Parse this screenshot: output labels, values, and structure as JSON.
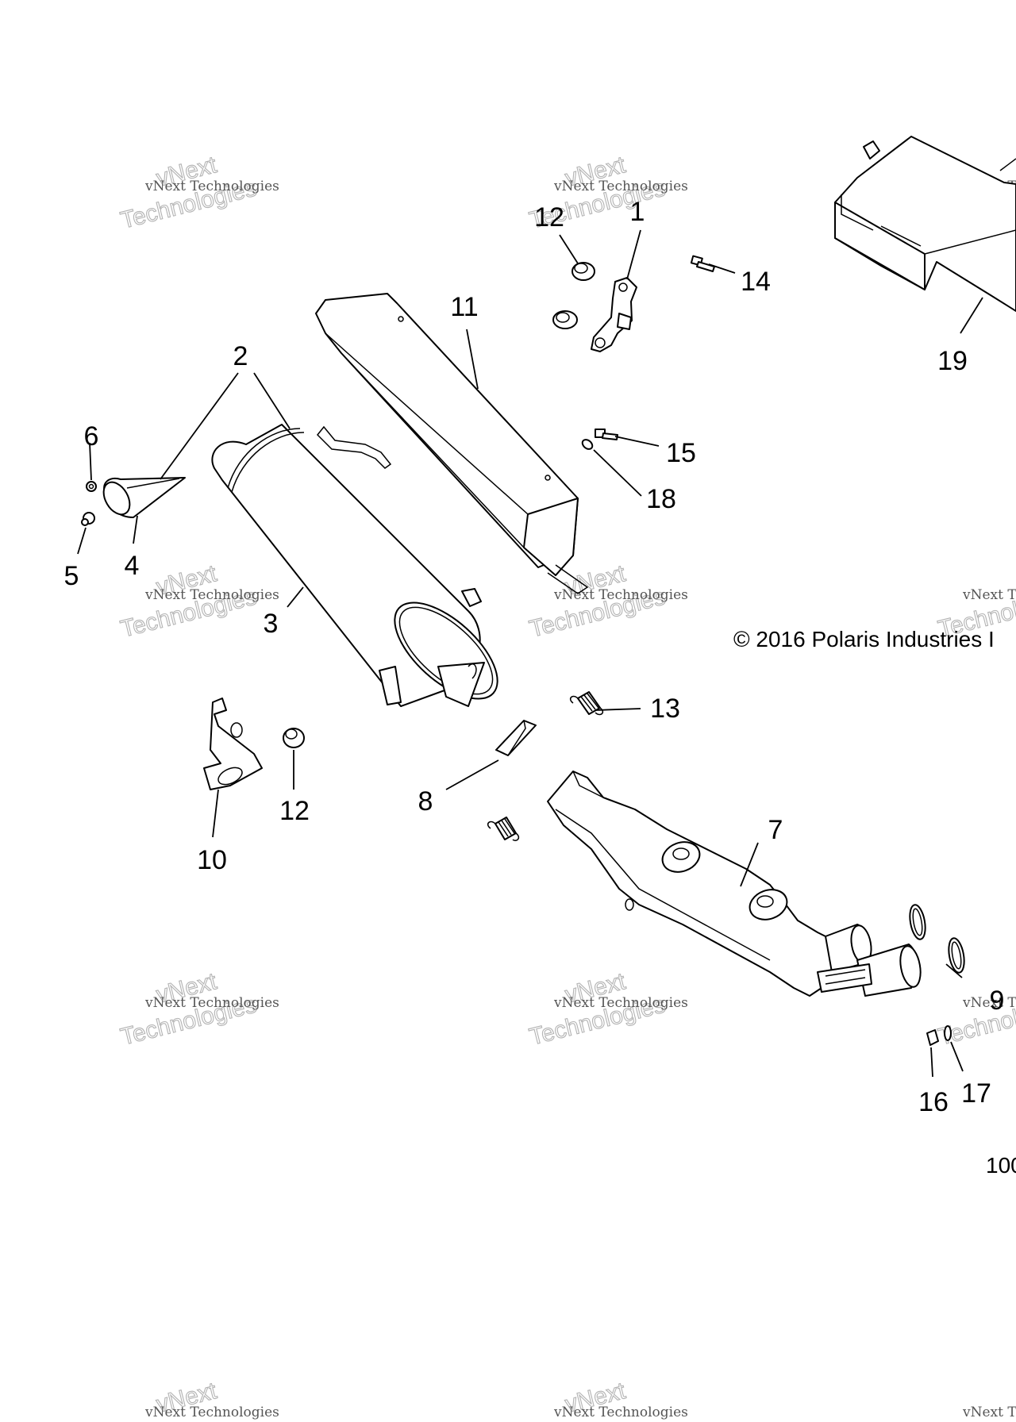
{
  "diagram": {
    "copyright": "© 2016 Polaris Industries I",
    "figure_id": "100",
    "watermark_small": "vNext Technologies",
    "watermark_big": "Technologies",
    "watermark_tilt": "vNext",
    "callouts": [
      {
        "id": "c1",
        "label": "1"
      },
      {
        "id": "c2",
        "label": "2"
      },
      {
        "id": "c3",
        "label": "3"
      },
      {
        "id": "c4",
        "label": "4"
      },
      {
        "id": "c5",
        "label": "5"
      },
      {
        "id": "c6",
        "label": "6"
      },
      {
        "id": "c7",
        "label": "7"
      },
      {
        "id": "c8",
        "label": "8"
      },
      {
        "id": "c9",
        "label": "9"
      },
      {
        "id": "c10",
        "label": "10"
      },
      {
        "id": "c11",
        "label": "11"
      },
      {
        "id": "c12a",
        "label": "12"
      },
      {
        "id": "c12b",
        "label": "12"
      },
      {
        "id": "c13",
        "label": "13"
      },
      {
        "id": "c14",
        "label": "14"
      },
      {
        "id": "c15",
        "label": "15"
      },
      {
        "id": "c16",
        "label": "16"
      },
      {
        "id": "c17",
        "label": "17"
      },
      {
        "id": "c18",
        "label": "18"
      },
      {
        "id": "c19",
        "label": "19"
      }
    ]
  }
}
